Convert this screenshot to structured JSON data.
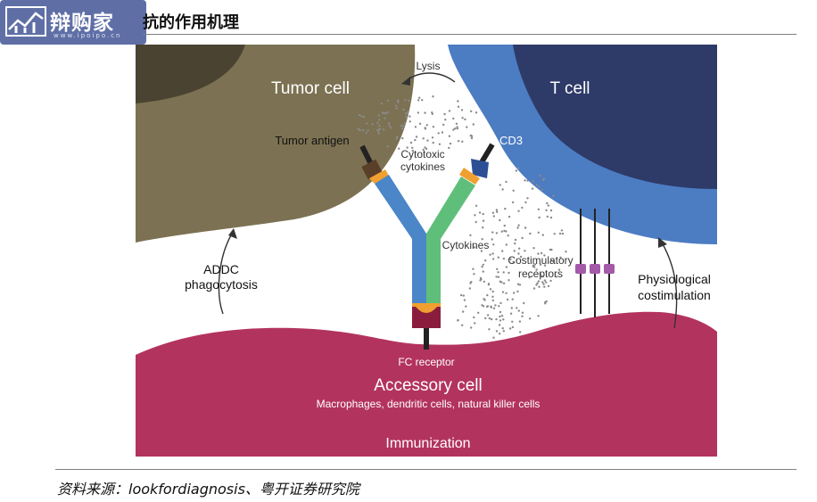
{
  "header": {
    "logo_text": "辩购家",
    "logo_url": "www.ipoipo.cn",
    "title": "抗的作用机理"
  },
  "figure": {
    "tumor_cell": "Tumor cell",
    "t_cell": "T cell",
    "lysis": "Lysis",
    "tumor_antigen": "Tumor antigen",
    "cd3": "CD3",
    "cytotoxic_line1": "Cytotoxic",
    "cytotoxic_line2": "cytokines",
    "cytokines": "Cytokines",
    "costim_line1": "Costimulatory",
    "costim_line2": "receptors",
    "addc_line1": "ADDC",
    "addc_line2": "phagocytosis",
    "physio_line1": "Physiological",
    "physio_line2": "costimulation",
    "fc_receptor": "FC receptor",
    "accessory_cell": "Accessory cell",
    "accessory_sub": "Macrophages, dendritic cells, natural killer cells",
    "immunization": "Immunization",
    "colors": {
      "tumor_dark": "#4a4332",
      "tumor": "#7c7152",
      "t_cell_outer": "#4c7cc2",
      "t_cell_inner": "#2e3a68",
      "accessory": "#b3335f",
      "antibody_blue": "#4a86c8",
      "antibody_green": "#5fbf7a",
      "hinge_orange": "#f0a030"
    }
  },
  "footer": {
    "source": "资料来源：lookfordiagnosis、粤开证券研究院"
  }
}
